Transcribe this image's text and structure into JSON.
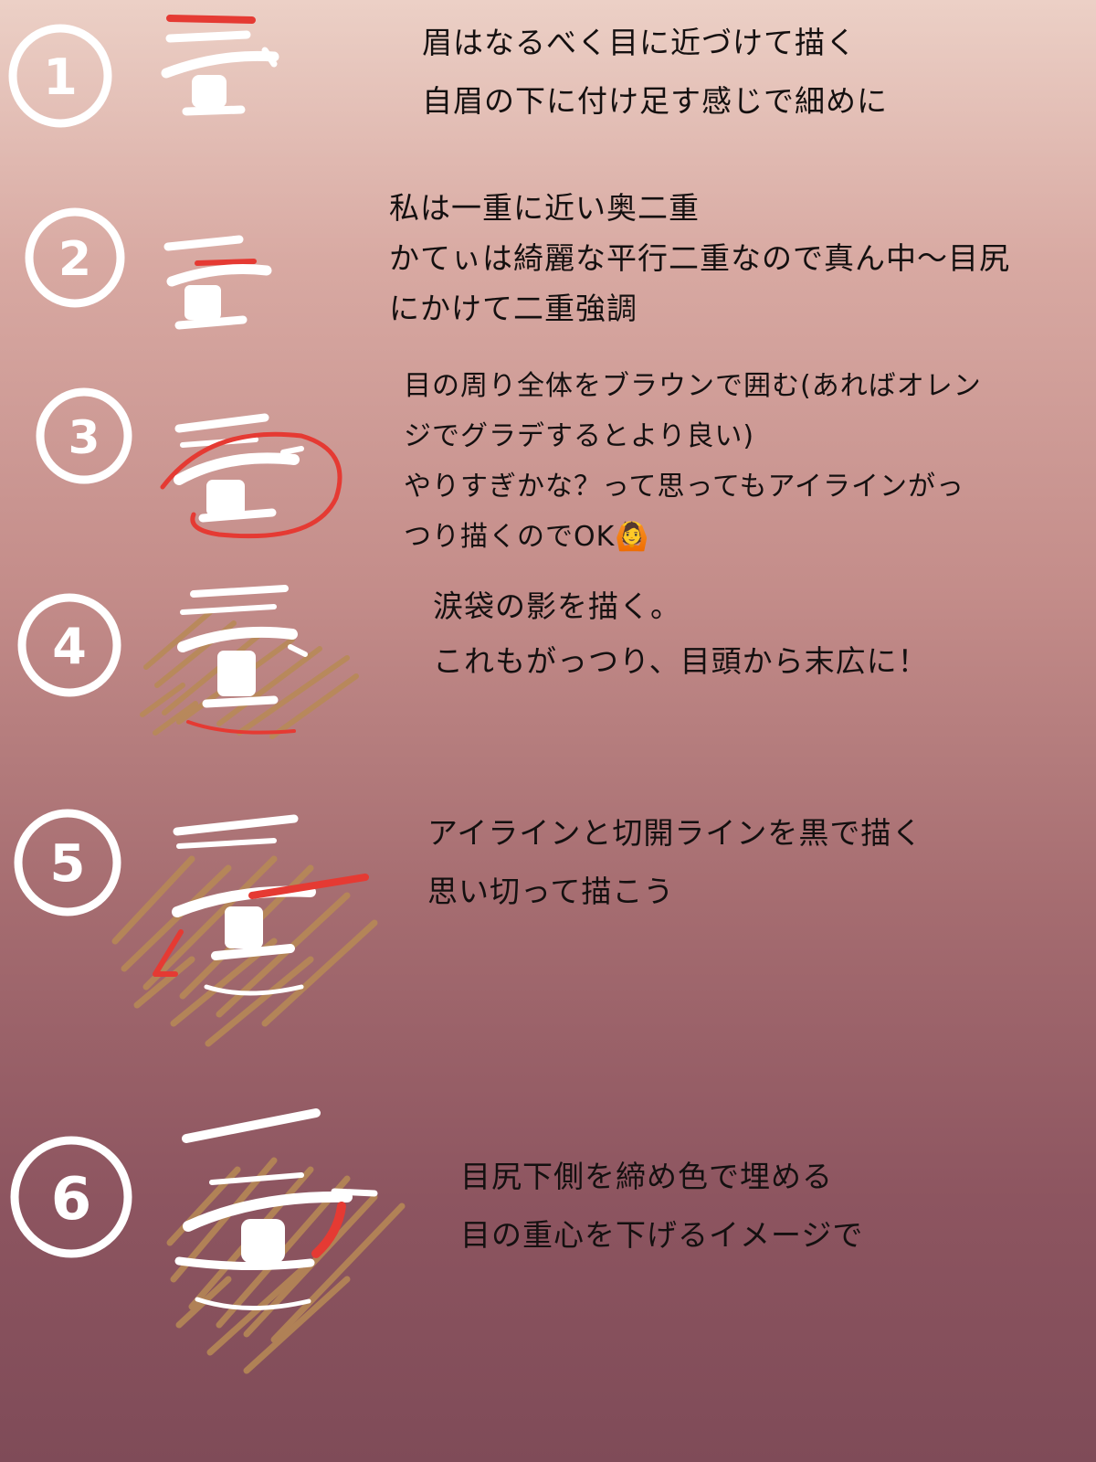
{
  "steps": [
    {
      "number": "1",
      "lines": [
        "眉はなるべく目に近づけて描く",
        "自眉の下に付け足す感じで細めに"
      ]
    },
    {
      "number": "2",
      "lines": [
        "私は一重に近い奥二重",
        "かてぃは綺麗な平行二重なので真ん中〜目尻",
        "にかけて二重強調"
      ]
    },
    {
      "number": "3",
      "lines": [
        "目の周り全体をブラウンで囲む(あればオレン",
        "ジでグラデするとより良い)",
        "やりすぎかな？って思ってもアイラインがっ",
        "つり描くのでOK🙆"
      ]
    },
    {
      "number": "4",
      "lines": [
        "涙袋の影を描く。",
        "これもがっつり、目頭から末広に！"
      ]
    },
    {
      "number": "5",
      "lines": [
        "アイラインと切開ラインを黒で描く",
        "思い切って描こう"
      ]
    },
    {
      "number": "6",
      "lines": [
        "目尻下側を締め色で埋める",
        "目の重心を下げるイメージで"
      ]
    }
  ],
  "colors": {
    "highlight": "#e53a33",
    "shadow": "#b88a55",
    "sketch": "#ffffff",
    "text": "#141010"
  }
}
